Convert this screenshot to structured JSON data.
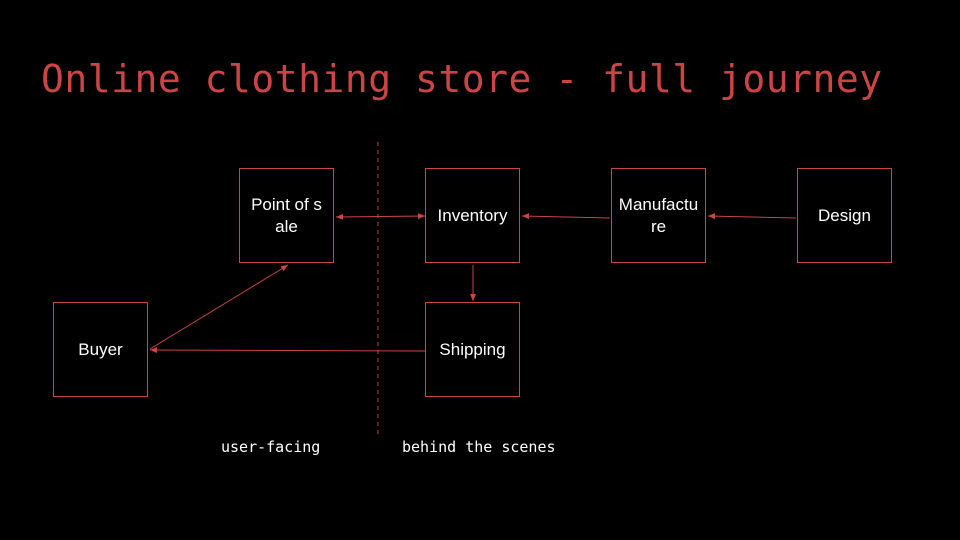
{
  "title": "Online clothing store - full journey",
  "accent_color": "#cc4444",
  "text_color": "#ffffff",
  "background_color": "#000000",
  "nodes": {
    "point_of_sale": "Point of sale",
    "inventory": "Inventory",
    "manufacture": "Manufacture",
    "design": "Design",
    "buyer": "Buyer",
    "shipping": "Shipping"
  },
  "edges": [
    {
      "from": "point_of_sale",
      "to": "inventory",
      "direction": "both"
    },
    {
      "from": "manufacture",
      "to": "inventory",
      "direction": "forward"
    },
    {
      "from": "design",
      "to": "manufacture",
      "direction": "forward"
    },
    {
      "from": "inventory",
      "to": "shipping",
      "direction": "forward"
    },
    {
      "from": "shipping",
      "to": "buyer",
      "direction": "forward"
    },
    {
      "from": "buyer",
      "to": "point_of_sale",
      "direction": "forward"
    }
  ],
  "regions": {
    "left": "user-facing",
    "right": "behind the scenes"
  }
}
